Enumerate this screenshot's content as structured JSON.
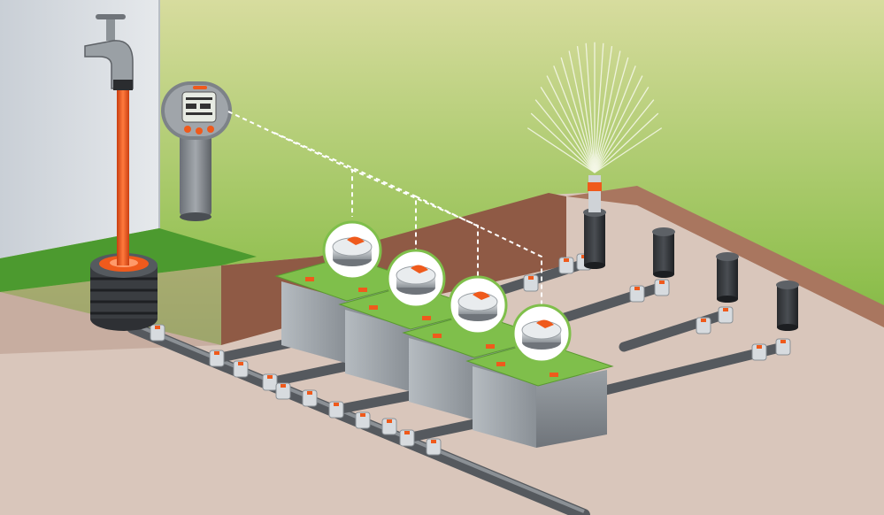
{
  "colors": {
    "wall": "#d6dbe0",
    "grass_light": "#cbd58a",
    "grass_dark": "#4c9a2f",
    "soil_cut": "#8f5a45",
    "ground": "#d9c6bb",
    "pipe": "#6b6f75",
    "pipe_highlight": "#9aa0a6",
    "orange": "#ef5a1c",
    "valve_box": "#8c9096",
    "valve_box_top": "#7fbf4b",
    "connector": "#c9ced3",
    "signal_line": "#ffffff"
  },
  "components": {
    "faucet": "water-tap",
    "supply_hose": "orange-hose",
    "water_box": "underground-water-connection-box",
    "controller": "irrigation-control-unit",
    "valves": [
      "valve-box-1",
      "valve-box-2",
      "valve-box-3",
      "valve-box-4"
    ],
    "sprinklers": [
      "pop-up-sprinkler-1",
      "pop-up-sprinkler-2",
      "pop-up-sprinkler-3",
      "pop-up-sprinkler-4"
    ]
  }
}
